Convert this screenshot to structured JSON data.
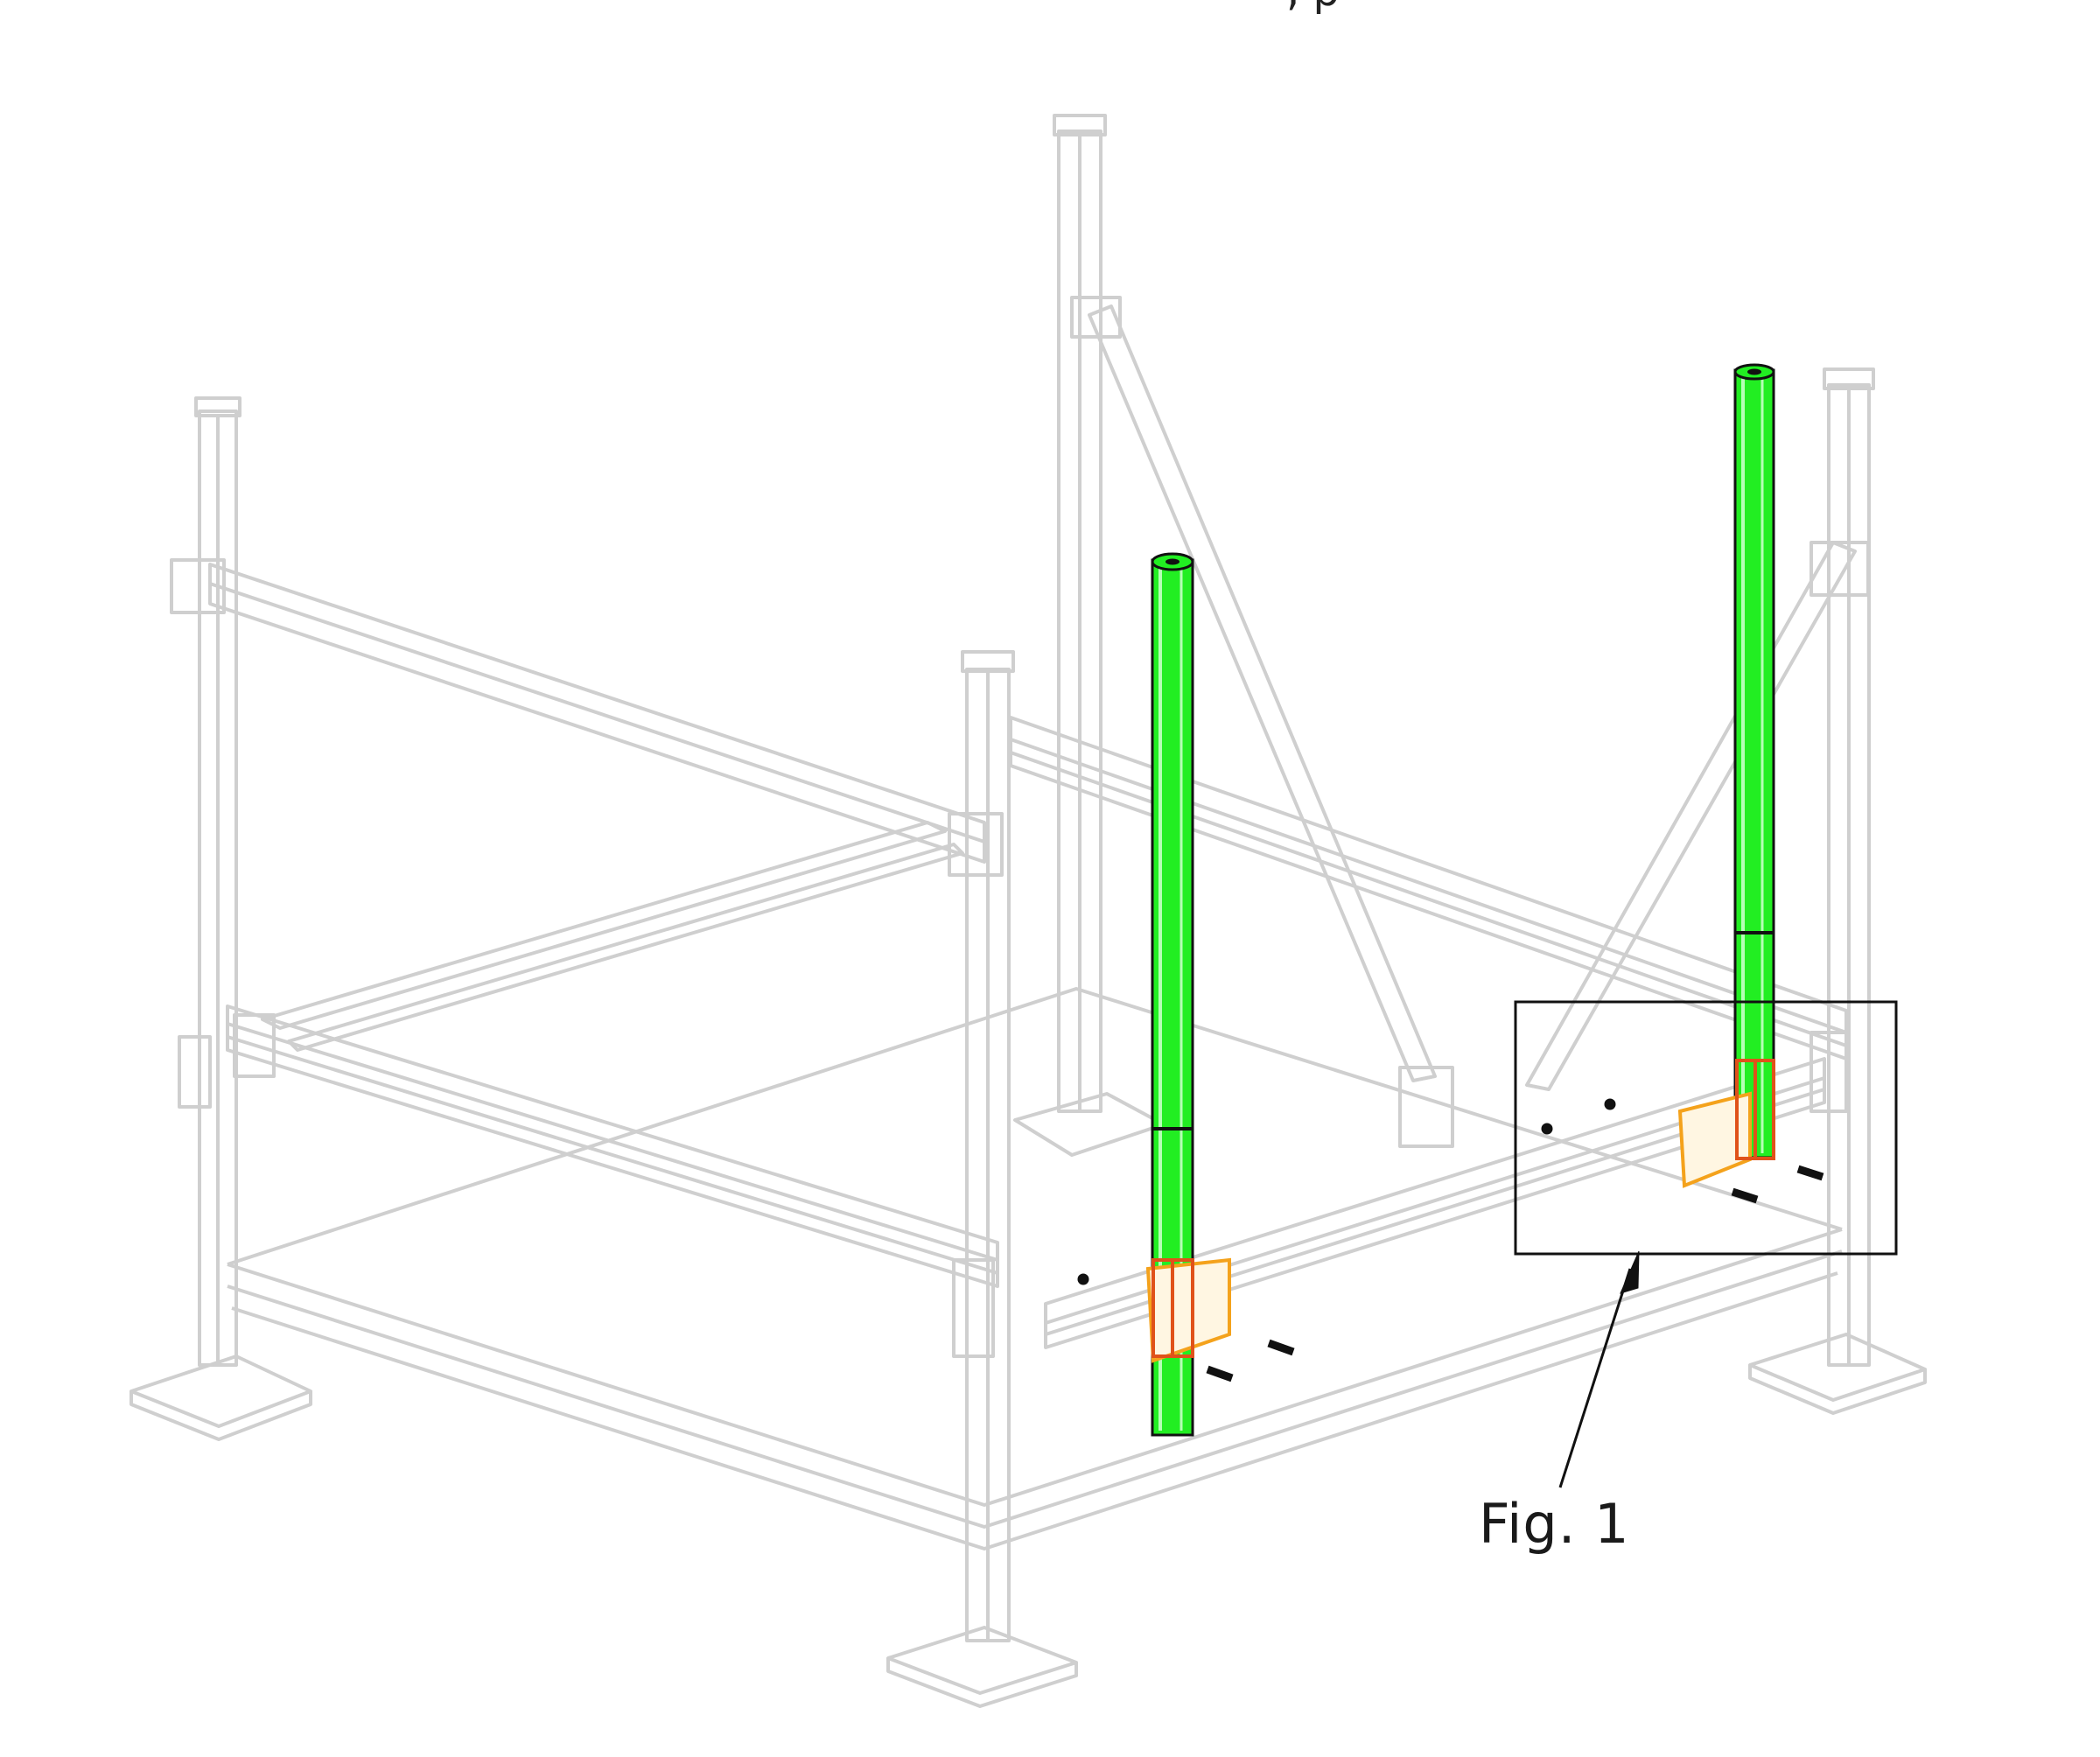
{
  "figure": {
    "top_text_fragment": ", p",
    "callout_label": "Fig. 1"
  },
  "colors": {
    "frame_line": "#cfcfcf",
    "frame_fill": "#e2e2e2",
    "post_green": "#22ee22",
    "post_outline": "#111111",
    "bracket_orange": "#f4a21c",
    "bracket_red": "#e0521a",
    "hardware_black": "#111111",
    "callout_box": "#111111"
  },
  "parts": [
    "upright-post",
    "mounting-bracket",
    "bolt",
    "nut",
    "callout-box"
  ]
}
